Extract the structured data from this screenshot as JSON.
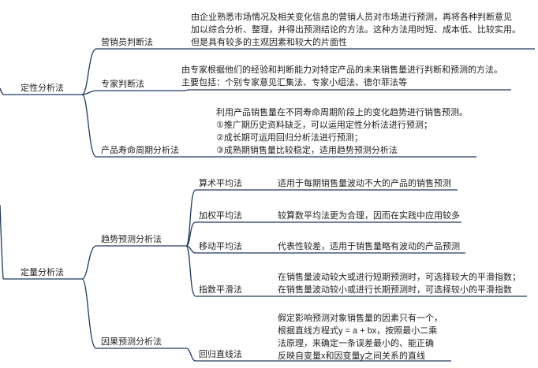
{
  "branches": {
    "qualitative": {
      "label": "定性分析法",
      "children": [
        {
          "label": "营销员判断法",
          "desc": [
            "由企业熟悉市场情况及相关变化信息的营销人员对市场进行预测，再将各种判断意见",
            "加以综合分析、整理，并得出预测结论的方法。这种方法用时短、成本低、比较实用。",
            "但是具有较多的主观因素和较大的片面性"
          ]
        },
        {
          "label": "专家判断法",
          "desc": [
            "由专家根据他们的经验和判断能力对特定产品的未来销售量进行判断和预测的方法。",
            "主要包括：个别专家意见汇集法、专家小组法、德尔菲法等"
          ]
        },
        {
          "label": "产品寿命周期分析法",
          "desc": [
            "利用产品销售量在不同寿命周期阶段上的变化趋势进行销售预测。",
            "①推广期历史资料缺乏，可以运用定性分析法进行预测；",
            "②成长期可运用回归分析法进行预测；",
            "③成熟期销售量比较稳定，适用趋势预测分析法"
          ]
        }
      ]
    },
    "quantitative": {
      "label": "定量分析法",
      "trend": {
        "label": "趋势预测分析法",
        "children": [
          {
            "label": "算术平均法",
            "desc": [
              "适用于每期销售量波动不大的产品的销售预测"
            ]
          },
          {
            "label": "加权平均法",
            "desc": [
              "较算数平均法更为合理，因而在实践中应用较多"
            ]
          },
          {
            "label": "移动平均法",
            "desc": [
              "代表性较差，适用于销售量略有波动的产品预测"
            ]
          },
          {
            "label": "指数平滑法",
            "desc": [
              "在销售量波动较大或进行短期预测时，可选择较大的平滑指数；",
              "在销售量波动较小或进行长期预测时，可选择较小的平滑指数"
            ]
          }
        ]
      },
      "causal": {
        "label": "因果预测分析法",
        "children": [
          {
            "label": "回归直线法",
            "desc": [
              "假定影响预测对象销售量的因素只有一个，",
              "根据直线方程式y = a + bx，按照最小二乘",
              "法原理，来确定一条误差最小的、能正确",
              "反映自变量x和因变量y之间关系的直线"
            ]
          }
        ]
      }
    }
  },
  "colors": {
    "line": "#1f3a5f",
    "text": "#222222"
  }
}
